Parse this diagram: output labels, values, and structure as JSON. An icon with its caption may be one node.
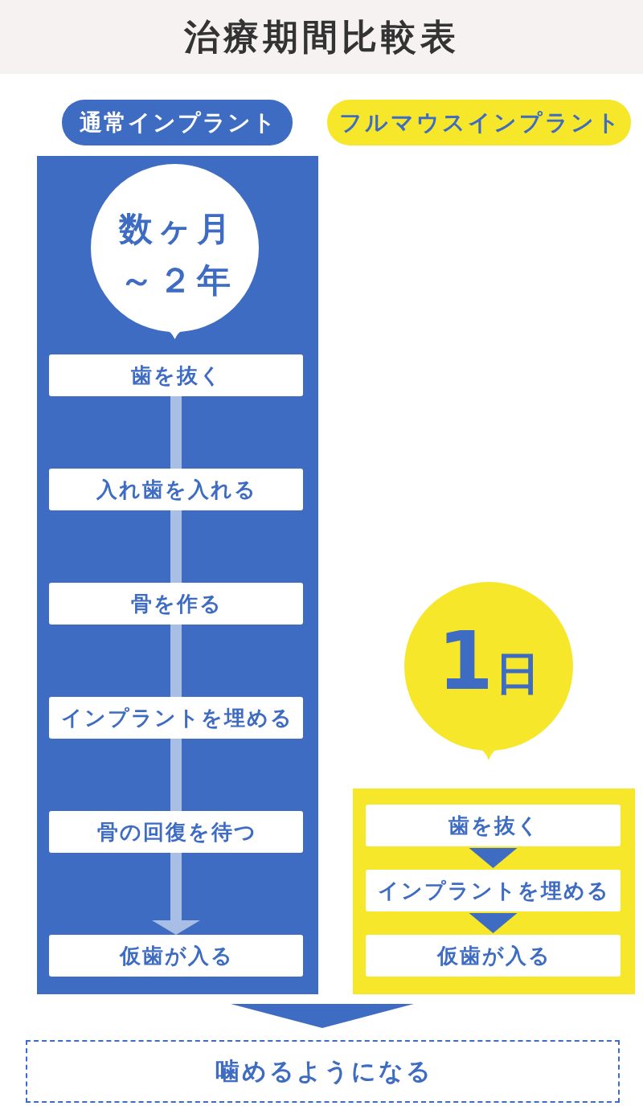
{
  "diagram": {
    "title": "治療期間比較表",
    "nodes": [
      {
        "text": [
          "通常インプラント"
        ]
      },
      {
        "text": [
          "フルマウスインプラント"
        ]
      },
      {
        "text": [],
        "shape": "box"
      },
      {
        "text": [
          "数ヶ月～２年"
        ],
        "in": 2
      },
      {
        "text": [
          "歯を抜く"
        ],
        "in": 2
      },
      {
        "text": [
          "入れ歯を入れる"
        ],
        "in": 2
      },
      {
        "text": [
          "骨を作る"
        ],
        "in": 2
      },
      {
        "text": [
          "インプラントを埋める"
        ],
        "in": 2
      },
      {
        "text": [
          "骨の回復を待つ"
        ],
        "in": 2
      },
      {
        "text": [
          "仮歯が入る"
        ],
        "in": 2
      },
      {
        "text": [
          "1日"
        ]
      },
      {
        "text": [],
        "shape": "box"
      },
      {
        "text": [
          "歯を抜く"
        ],
        "in": 11
      },
      {
        "text": [
          "インプラントを埋める"
        ],
        "in": 11
      },
      {
        "text": [
          "仮歯が入る"
        ],
        "in": 11
      },
      {
        "text": [
          "噛めるようになる"
        ]
      }
    ],
    "edges": [
      {
        "from": 4,
        "to": 5,
        "arrow": "none"
      },
      {
        "from": 5,
        "to": 6,
        "arrow": "none"
      },
      {
        "from": 6,
        "to": 7,
        "arrow": "none"
      },
      {
        "from": 7,
        "to": 8,
        "arrow": "none"
      },
      {
        "from": 8,
        "to": 9,
        "arrow": "to"
      },
      {
        "from": 12,
        "to": 13,
        "arrow": "to",
        "color": "#3e6cc3"
      },
      {
        "from": 13,
        "to": 14,
        "arrow": "to",
        "color": "#3e6cc3"
      },
      {
        "from": null,
        "to": 15,
        "arrow": "to",
        "color": "#3e6cc3"
      }
    ]
  }
}
